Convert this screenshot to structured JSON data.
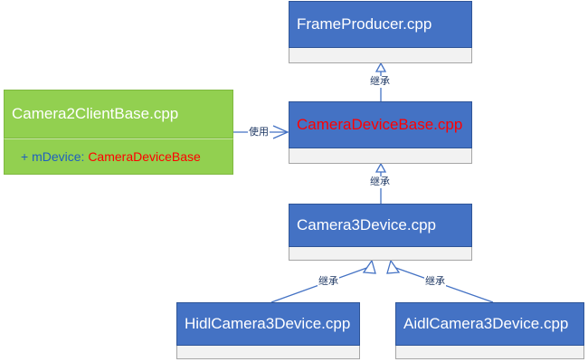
{
  "classes": {
    "frame_producer": "FrameProducer.cpp",
    "camera_device_base": "CameraDeviceBase.cpp",
    "camera3_device": "Camera3Device.cpp",
    "hidl_camera3_device": "HidlCamera3Device.cpp",
    "aidl_camera3_device": "AidlCamera3Device.cpp",
    "camera2_client_base": "Camera2ClientBase.cpp"
  },
  "attribute": {
    "prefix": "+ mDevice:",
    "type": "CameraDeviceBase"
  },
  "labels": {
    "inherit_1": "继承",
    "inherit_2": "继承",
    "inherit_3": "继承",
    "inherit_4": "继承",
    "use": "使用"
  },
  "colors": {
    "class_fill": "#4472c4",
    "client_fill": "#92d050",
    "highlight_text": "#ff0000",
    "connector": "#4472c4"
  }
}
